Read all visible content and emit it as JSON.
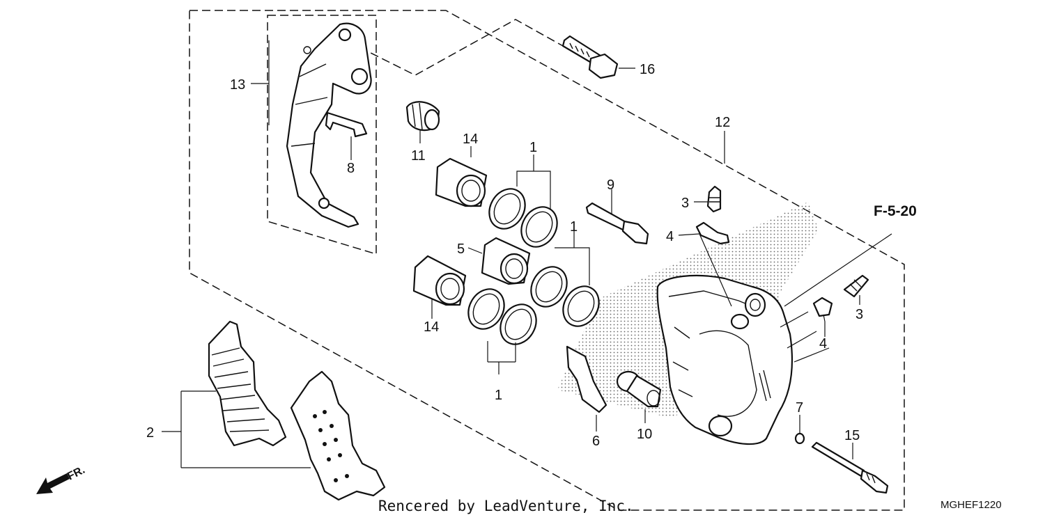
{
  "diagram": {
    "callouts": {
      "c1a": "1",
      "c1b": "1",
      "c1c": "1",
      "c2": "2",
      "c3a": "3",
      "c3b": "3",
      "c4a": "4",
      "c4b": "4",
      "c5": "5",
      "c6": "6",
      "c7": "7",
      "c8": "8",
      "c9": "9",
      "c10": "10",
      "c11": "11",
      "c12": "12",
      "c13": "13",
      "c14a": "14",
      "c14b": "14",
      "c15": "15",
      "c16": "16"
    },
    "reference": "F-5-20",
    "direction_label": "FR.",
    "credit": "Rencered by LeadVenture, Inc.",
    "code": "MGHEF1220"
  }
}
